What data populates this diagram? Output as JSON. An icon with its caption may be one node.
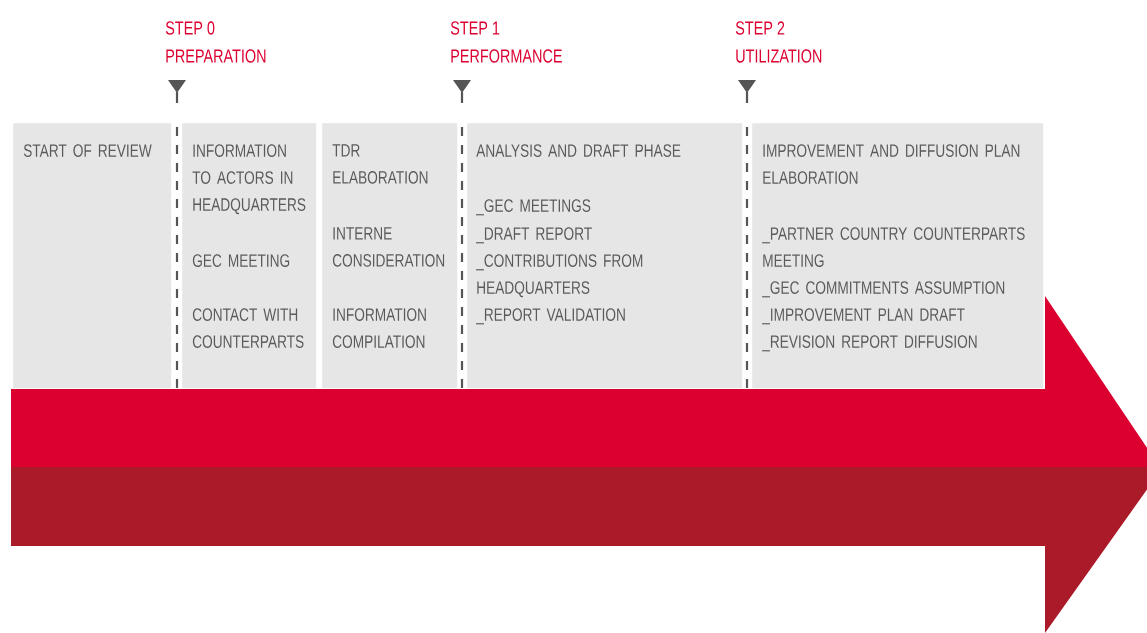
{
  "diagram": {
    "nodes": [
      {
        "text": [
          "START OF REVIEW"
        ]
      },
      {
        "text": [
          "INFORMATION TO ACTORS IN HEADQUARTERS",
          "GEC MEETING",
          "CONTACT WITH COUNTERPARTS"
        ]
      },
      {
        "text": [
          "TDR ELABORATION",
          "INTERNE CONSIDERATION",
          "INFORMATION COMPILATION"
        ]
      },
      {
        "text": [
          "ANALYSIS AND DRAFT PHASE",
          "_GEC MEETINGS",
          "_DRAFT REPORT",
          "_CONTRIBUTIONS FROM HEADQUARTERS",
          "_REPORT VALIDATION"
        ]
      },
      {
        "text": [
          "IMPROVEMENT AND DIFFUSION PLAN ELABORATION",
          "_PARTNER COUNTRY COUNTERPARTS MEETING",
          "_GEC COMMITMENTS ASSUMPTION",
          "_IMPROVEMENT PLAN DRAFT",
          "_REVISION REPORT DIFFUSION"
        ]
      }
    ],
    "labels": [
      "STEP 0",
      "PREPARATION",
      "STEP 1",
      "PERFORMANCE",
      "STEP 2",
      "UTILIZATION"
    ]
  }
}
